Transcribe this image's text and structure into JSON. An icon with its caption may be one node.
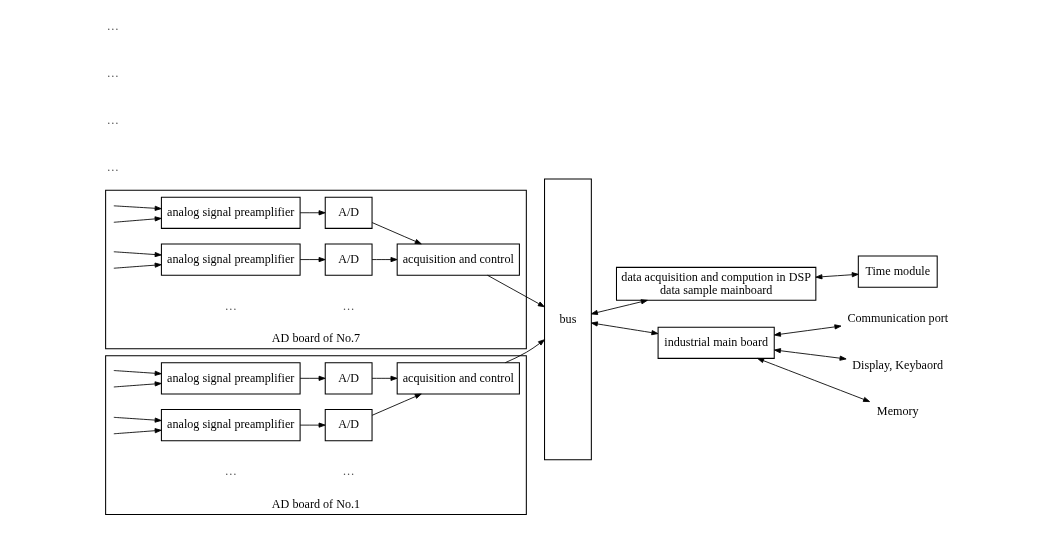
{
  "diagram": {
    "nodes": [
      {
        "text": [
          "AD board of No.1"
        ]
      },
      {
        "text": [
          "analog signal preamplifier"
        ],
        "in": 0
      },
      {
        "text": [
          "A/D"
        ],
        "in": 0
      },
      {
        "text": [
          "analog signal preamplifier"
        ],
        "in": 0
      },
      {
        "text": [
          "A/D"
        ],
        "in": 0
      },
      {
        "text": [
          "acquisition and control"
        ],
        "in": 0
      },
      {
        "text": [
          "AD board of No.7"
        ]
      },
      {
        "text": [
          "analog signal preamplifier"
        ],
        "in": 6
      },
      {
        "text": [
          "A/D"
        ],
        "in": 6
      },
      {
        "text": [
          "analog signal preamplifier"
        ],
        "in": 6
      },
      {
        "text": [
          "A/D"
        ],
        "in": 6
      },
      {
        "text": [
          "acquisition and control"
        ],
        "in": 6
      },
      {
        "text": [
          "bus"
        ]
      },
      {
        "text": [
          "data acquisition and compution in DSP",
          "data sample mainboard"
        ]
      },
      {
        "text": [
          "Time module"
        ]
      },
      {
        "text": [
          "industrial main board"
        ]
      },
      {
        "text": [
          "Communication port"
        ]
      },
      {
        "text": [
          "Display, Keybaord"
        ]
      },
      {
        "text": [
          "Memory"
        ]
      }
    ],
    "edges": [
      {
        "from": null,
        "to": 1,
        "arrow": "to"
      },
      {
        "from": null,
        "to": 1,
        "arrow": "to"
      },
      {
        "from": null,
        "to": 3,
        "arrow": "to"
      },
      {
        "from": null,
        "to": 3,
        "arrow": "to"
      },
      {
        "from": 1,
        "to": 2,
        "arrow": "to"
      },
      {
        "from": 3,
        "to": 4,
        "arrow": "to"
      },
      {
        "from": 2,
        "to": 5,
        "arrow": "to"
      },
      {
        "from": 4,
        "to": 5,
        "arrow": "to"
      },
      {
        "from": 5,
        "to": 12,
        "arrow": "to"
      },
      {
        "from": null,
        "to": 7,
        "arrow": "to"
      },
      {
        "from": null,
        "to": 7,
        "arrow": "to"
      },
      {
        "from": null,
        "to": 9,
        "arrow": "to"
      },
      {
        "from": null,
        "to": 9,
        "arrow": "to"
      },
      {
        "from": 7,
        "to": 8,
        "arrow": "to"
      },
      {
        "from": 9,
        "to": 10,
        "arrow": "to"
      },
      {
        "from": 8,
        "to": 11,
        "arrow": "to"
      },
      {
        "from": 10,
        "to": 11,
        "arrow": "to"
      },
      {
        "from": 11,
        "to": 12,
        "arrow": "to"
      },
      {
        "from": 12,
        "to": 13,
        "arrow": "both"
      },
      {
        "from": 13,
        "to": 14,
        "arrow": "both"
      },
      {
        "from": 12,
        "to": 15,
        "arrow": "both"
      },
      {
        "from": 15,
        "to": 16,
        "arrow": "both"
      },
      {
        "from": 15,
        "to": 17,
        "arrow": "both"
      },
      {
        "from": 15,
        "to": 18,
        "arrow": "both"
      }
    ],
    "labels": [
      "…",
      "…",
      "…",
      "…",
      "…",
      "…",
      "…",
      "…"
    ]
  }
}
